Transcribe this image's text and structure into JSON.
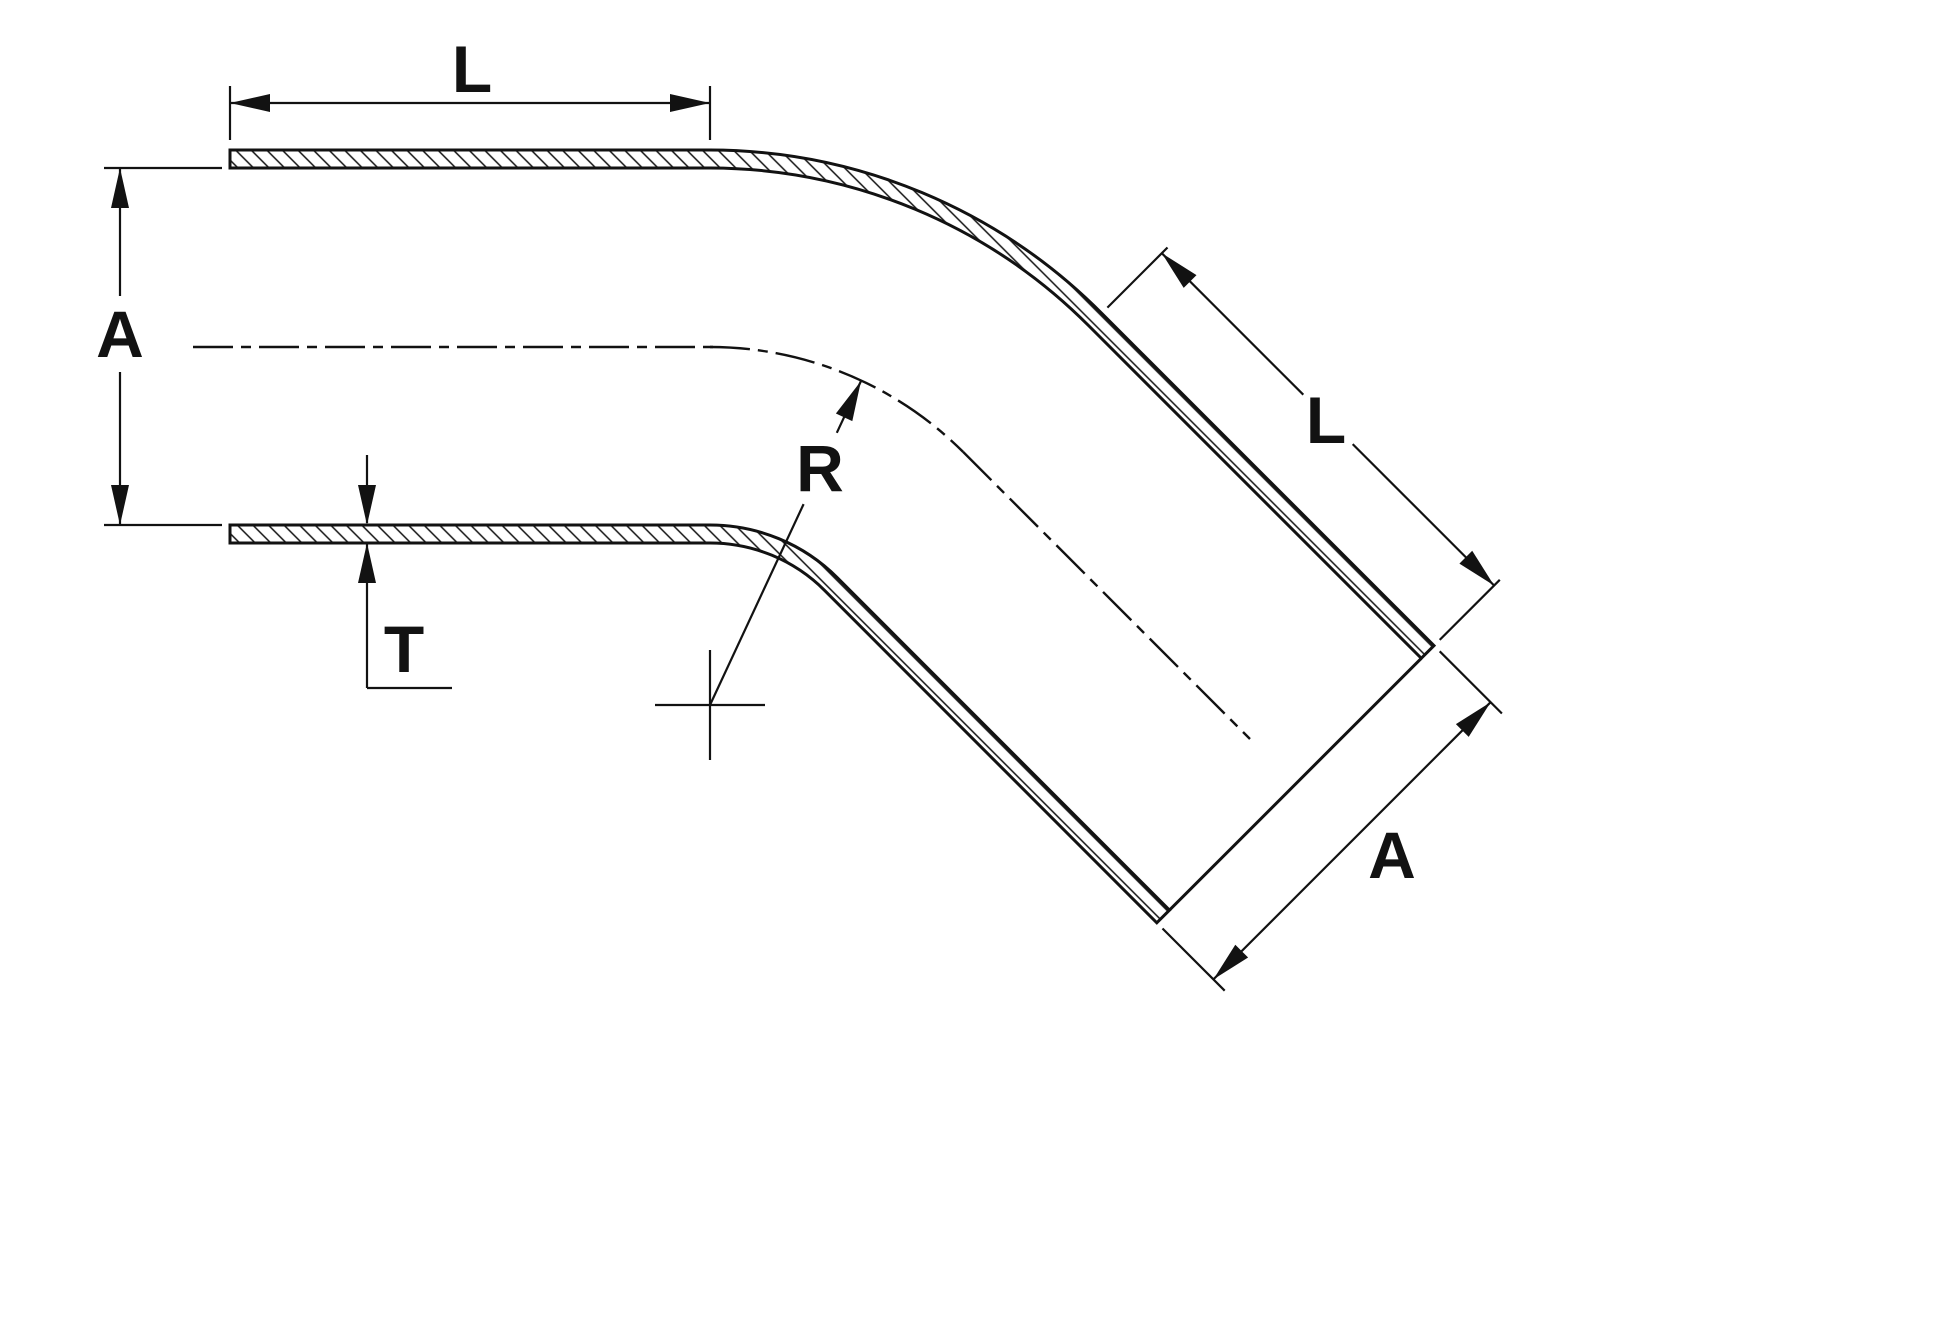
{
  "canvas": {
    "background": "#ffffff",
    "line_color": "#121212"
  },
  "diagram": {
    "type": "technical-drawing",
    "subject": "45-degree elbow tube with hatched walls and dimension callouts",
    "labels": {
      "top_length": "L",
      "left_diameter": "A",
      "bend_radius": "R",
      "wall_thickness": "T",
      "diagonal_length": "L",
      "diagonal_diameter": "A"
    }
  }
}
